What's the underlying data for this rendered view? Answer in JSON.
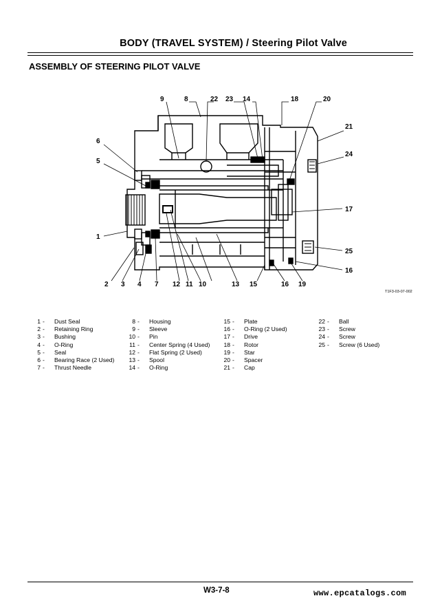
{
  "header": {
    "title": "BODY (TRAVEL SYSTEM) / Steering Pilot Valve"
  },
  "section_title": "ASSEMBLY OF STEERING PILOT VALVE",
  "figure": {
    "callouts": [
      "1",
      "2",
      "3",
      "4",
      "5",
      "6",
      "7",
      "8",
      "9",
      "10",
      "11",
      "12",
      "13",
      "14",
      "15",
      "16",
      "17",
      "18",
      "19",
      "20",
      "21",
      "22",
      "23",
      "24",
      "25"
    ],
    "figure_id": "T1F3-03-07-002"
  },
  "legend": {
    "columns": [
      [
        {
          "num": "1",
          "label": "Dust Seal"
        },
        {
          "num": "2",
          "label": "Retaining Ring"
        },
        {
          "num": "3",
          "label": "Bushing"
        },
        {
          "num": "4",
          "label": "O-Ring"
        },
        {
          "num": "5",
          "label": "Seal"
        },
        {
          "num": "6",
          "label": "Bearing Race (2 Used)"
        },
        {
          "num": "7",
          "label": "Thrust Needle"
        }
      ],
      [
        {
          "num": "8",
          "label": "Housing"
        },
        {
          "num": "9",
          "label": "Sleeve"
        },
        {
          "num": "10",
          "label": "Pin"
        },
        {
          "num": "11",
          "label": "Center Spring (4 Used)"
        },
        {
          "num": "12",
          "label": "Flat Spring (2 Used)"
        },
        {
          "num": "13",
          "label": "Spool"
        },
        {
          "num": "14",
          "label": "O-Ring"
        }
      ],
      [
        {
          "num": "15",
          "label": "Plate"
        },
        {
          "num": "16",
          "label": "O-Ring (2 Used)"
        },
        {
          "num": "17",
          "label": "Drive"
        },
        {
          "num": "18",
          "label": "Rotor"
        },
        {
          "num": "19",
          "label": "Star"
        },
        {
          "num": "20",
          "label": "Spacer"
        },
        {
          "num": "21",
          "label": "Cap"
        }
      ],
      [
        {
          "num": "22",
          "label": "Ball"
        },
        {
          "num": "23",
          "label": "Screw"
        },
        {
          "num": "24",
          "label": "Screw"
        },
        {
          "num": "25",
          "label": "Screw (6 Used)"
        }
      ]
    ]
  },
  "footer": {
    "page_number": "W3-7-8",
    "watermark": "www.epcatalogs.com"
  }
}
